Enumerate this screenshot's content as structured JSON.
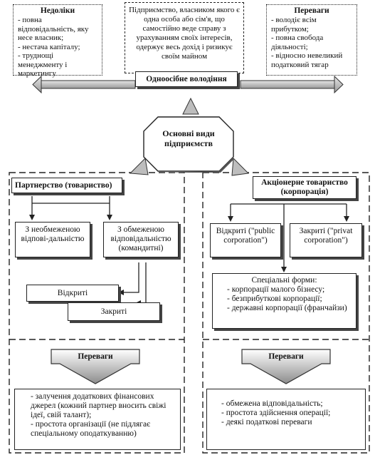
{
  "top": {
    "disadvantages": {
      "title": "Недоліки",
      "items": [
        "- повна відповідальність, яку несе власник;",
        "- нестача капіталу;",
        "- труднощі менеджменту і маркетингу"
      ]
    },
    "definition": "Підприємство, власником якого є одна особа або сім'я, що самостійно веде справу з урахуванням своїх інтересів, одержує весь дохід і ризикує своїм майном",
    "advantages": {
      "title": "Переваги",
      "items": [
        "- володіє всім прибутком;",
        "- повна свобода діяльності;",
        "- відносно невеликий податковий тягар"
      ]
    },
    "sole_label": "Одноосібне володіння"
  },
  "center": {
    "label": "Основні види підприємств"
  },
  "partnership": {
    "title": "Партнерство (товариство)",
    "unlimited": "З необмеженою відпові-дальністю",
    "limited": "З обмеженою відповідальністю (командитні)",
    "open": "Відкриті",
    "closed": "Закриті",
    "advantages_title": "Переваги",
    "advantages_items": [
      "- залучення додаткових фінансових джерел (кожний партнер вносить свіжі ідеї, свій талант);",
      "- простота організації (не підлягає спеціальному оподаткуванню)"
    ]
  },
  "corporation": {
    "title": "Акціонерне товариство (корпорація)",
    "open": "Відкриті (\"public corporation\")",
    "closed": "Закриті (\"privat corporation\")",
    "special_title": "Спеціальні форми:",
    "special_items": [
      "- корпорації малого бізнесу;",
      "- безприбуткові корпорації;",
      "- державні корпорації (франчайзи)"
    ],
    "advantages_title": "Переваги",
    "advantages_items": [
      "- обмежена відповідальність;",
      "- простота здійснення операції;",
      "- деякі податкові переваги"
    ]
  }
}
